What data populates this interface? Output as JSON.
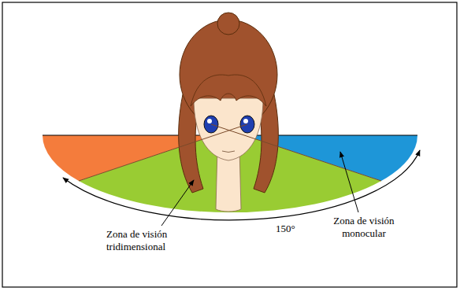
{
  "diagram": {
    "labels": [
      "Zona de visión tridimensional",
      "150°",
      "Zona de visión monocular"
    ]
  }
}
